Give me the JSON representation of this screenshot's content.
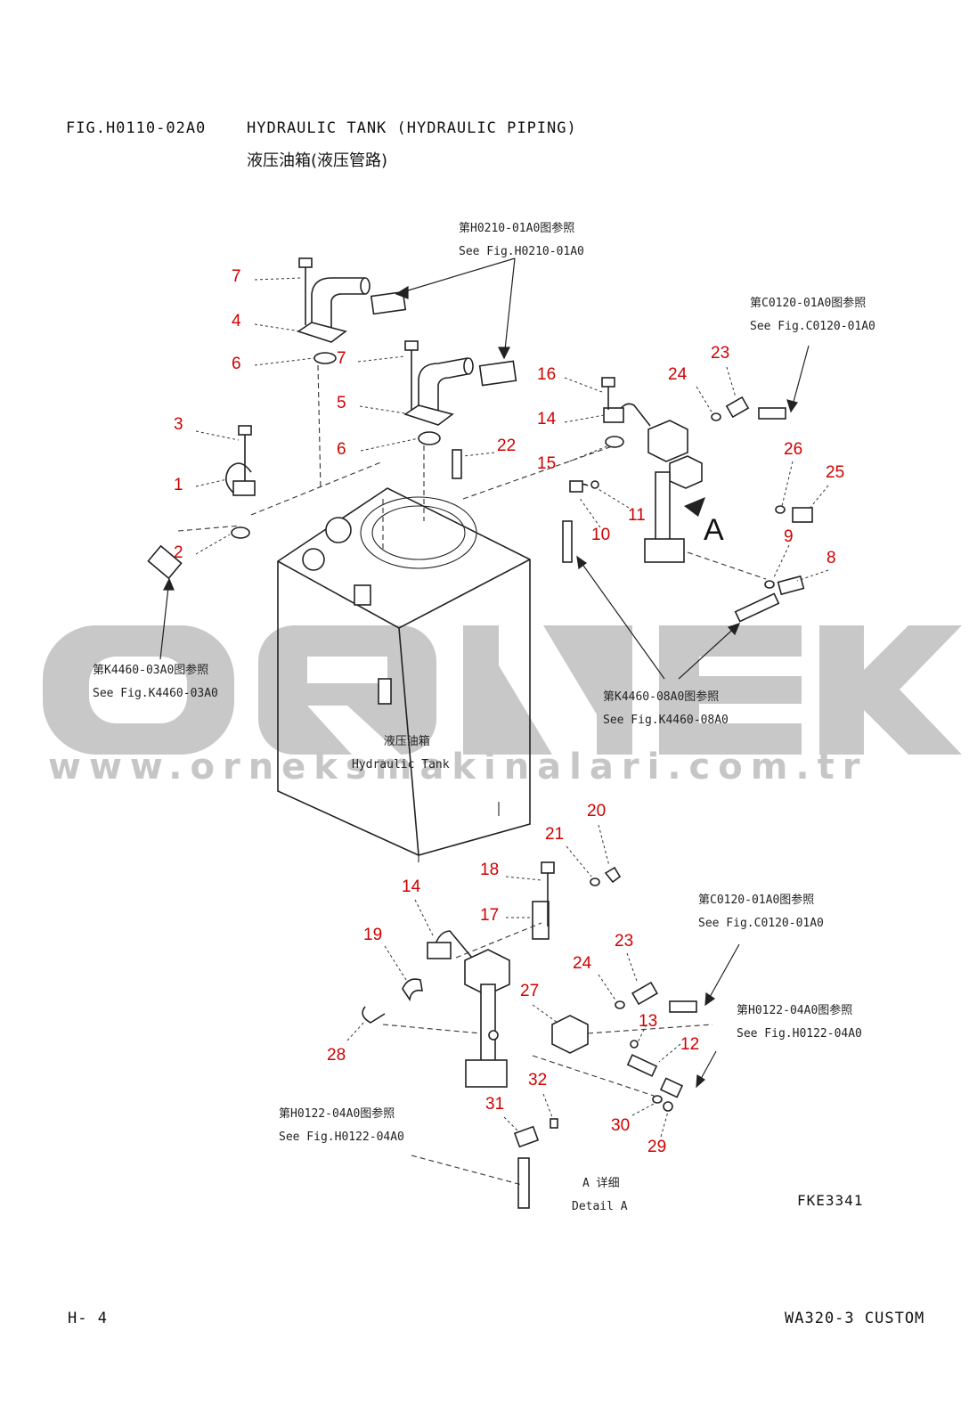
{
  "header": {
    "fig_code": "FIG.H0110-02A0",
    "title_en": "HYDRAULIC TANK (HYDRAULIC PIPING)",
    "title_cn": "液压油箱(液压管路)"
  },
  "references": {
    "h0210": {
      "cn": "第H0210-01A0图参照",
      "en": "See Fig.H0210-01A0"
    },
    "c0120_top": {
      "cn": "第C0120-01A0图参照",
      "en": "See Fig.C0120-01A0"
    },
    "k4460_03": {
      "cn": "第K4460-03A0图参照",
      "en": "See Fig.K4460-03A0"
    },
    "k4460_08": {
      "cn": "第K4460-08A0图参照",
      "en": "See Fig.K4460-08A0"
    },
    "c0120_bottom": {
      "cn": "第C0120-01A0图参照",
      "en": "See Fig.C0120-01A0"
    },
    "h0122_right": {
      "cn": "第H0122-04A0图参照",
      "en": "See Fig.H0122-04A0"
    },
    "h0122_left": {
      "cn": "第H0122-04A0图参照",
      "en": "See Fig.H0122-04A0"
    }
  },
  "tank_label": {
    "cn": "液压油箱",
    "en": "Hydraulic Tank"
  },
  "arrow_label": "A",
  "detail_label": {
    "cn": "A 详细",
    "en": "Detail A"
  },
  "drawing_code": "FKE3341",
  "footer": {
    "page": "H-  4",
    "model": "WA320-3 CUSTOM"
  },
  "watermark": {
    "brand": "ÖRNEK",
    "url": "www.orneksmakinalari.com.tr"
  },
  "callouts": [
    "7",
    "4",
    "6",
    "7",
    "5",
    "6",
    "3",
    "1",
    "2",
    "22",
    "16",
    "14",
    "15",
    "24",
    "23",
    "11",
    "10",
    "26",
    "25",
    "9",
    "8",
    "21",
    "20",
    "18",
    "14",
    "17",
    "19",
    "28",
    "27",
    "23",
    "24",
    "13",
    "12",
    "32",
    "31",
    "30",
    "29"
  ],
  "colors": {
    "callout": "#d10000",
    "watermark_gray": "#c8c8c8",
    "watermark_yellow": "#f2d27a"
  }
}
